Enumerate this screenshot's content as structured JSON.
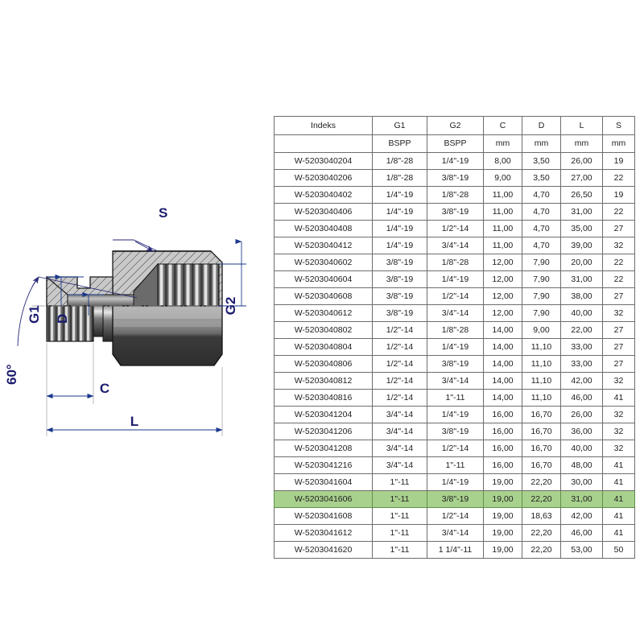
{
  "drawing": {
    "title": "hydraulic-adapter-cross-section",
    "labels": {
      "angle": "60°",
      "g1": "G1",
      "d": "D",
      "c": "C",
      "l": "L",
      "s": "S",
      "g2": "G2"
    },
    "label_color": "#1b1b6e"
  },
  "table": {
    "highlight_color": "#a9d18e",
    "headers": [
      "Indeks",
      "G1",
      "G2",
      "C",
      "D",
      "L",
      "S"
    ],
    "units": [
      "",
      "BSPP",
      "BSPP",
      "mm",
      "mm",
      "mm",
      "mm"
    ],
    "highlight_index": 20,
    "rows": [
      [
        "W-5203040204",
        "1/8\"-28",
        "1/4\"-19",
        "8,00",
        "3,50",
        "26,00",
        "19"
      ],
      [
        "W-5203040206",
        "1/8\"-28",
        "3/8\"-19",
        "9,00",
        "3,50",
        "27,00",
        "22"
      ],
      [
        "W-5203040402",
        "1/4\"-19",
        "1/8\"-28",
        "11,00",
        "4,70",
        "26,50",
        "19"
      ],
      [
        "W-5203040406",
        "1/4\"-19",
        "3/8\"-19",
        "11,00",
        "4,70",
        "31,00",
        "22"
      ],
      [
        "W-5203040408",
        "1/4\"-19",
        "1/2\"-14",
        "11,00",
        "4,70",
        "35,00",
        "27"
      ],
      [
        "W-5203040412",
        "1/4\"-19",
        "3/4\"-14",
        "11,00",
        "4,70",
        "39,00",
        "32"
      ],
      [
        "W-5203040602",
        "3/8\"-19",
        "1/8\"-28",
        "12,00",
        "7,90",
        "20,00",
        "22"
      ],
      [
        "W-5203040604",
        "3/8\"-19",
        "1/4\"-19",
        "12,00",
        "7,90",
        "31,00",
        "22"
      ],
      [
        "W-5203040608",
        "3/8\"-19",
        "1/2\"-14",
        "12,00",
        "7,90",
        "38,00",
        "27"
      ],
      [
        "W-5203040612",
        "3/8\"-19",
        "3/4\"-14",
        "12,00",
        "7,90",
        "40,00",
        "32"
      ],
      [
        "W-5203040802",
        "1/2\"-14",
        "1/8\"-28",
        "14,00",
        "9,00",
        "22,00",
        "27"
      ],
      [
        "W-5203040804",
        "1/2\"-14",
        "1/4\"-19",
        "14,00",
        "11,10",
        "33,00",
        "27"
      ],
      [
        "W-5203040806",
        "1/2\"-14",
        "3/8\"-19",
        "14,00",
        "11,10",
        "33,00",
        "27"
      ],
      [
        "W-5203040812",
        "1/2\"-14",
        "3/4\"-14",
        "14,00",
        "11,10",
        "42,00",
        "32"
      ],
      [
        "W-5203040816",
        "1/2\"-14",
        "1\"-11",
        "14,00",
        "11,10",
        "46,00",
        "41"
      ],
      [
        "W-5203041204",
        "3/4\"-14",
        "1/4\"-19",
        "16,00",
        "16,70",
        "26,00",
        "32"
      ],
      [
        "W-5203041206",
        "3/4\"-14",
        "3/8\"-19",
        "16,00",
        "16,70",
        "36,00",
        "32"
      ],
      [
        "W-5203041208",
        "3/4\"-14",
        "1/2\"-14",
        "16,00",
        "16,70",
        "40,00",
        "32"
      ],
      [
        "W-5203041216",
        "3/4\"-14",
        "1\"-11",
        "16,00",
        "16,70",
        "48,00",
        "41"
      ],
      [
        "W-5203041604",
        "1\"-11",
        "1/4\"-19",
        "19,00",
        "22,20",
        "30,00",
        "41"
      ],
      [
        "W-5203041606",
        "1\"-11",
        "3/8\"-19",
        "19,00",
        "22,20",
        "31,00",
        "41"
      ],
      [
        "W-5203041608",
        "1\"-11",
        "1/2\"-14",
        "19,00",
        "18,63",
        "42,00",
        "41"
      ],
      [
        "W-5203041612",
        "1\"-11",
        "3/4\"-14",
        "19,00",
        "22,20",
        "46,00",
        "41"
      ],
      [
        "W-5203041620",
        "1\"-11",
        "1 1/4\"-11",
        "19,00",
        "22,20",
        "53,00",
        "50"
      ]
    ]
  }
}
